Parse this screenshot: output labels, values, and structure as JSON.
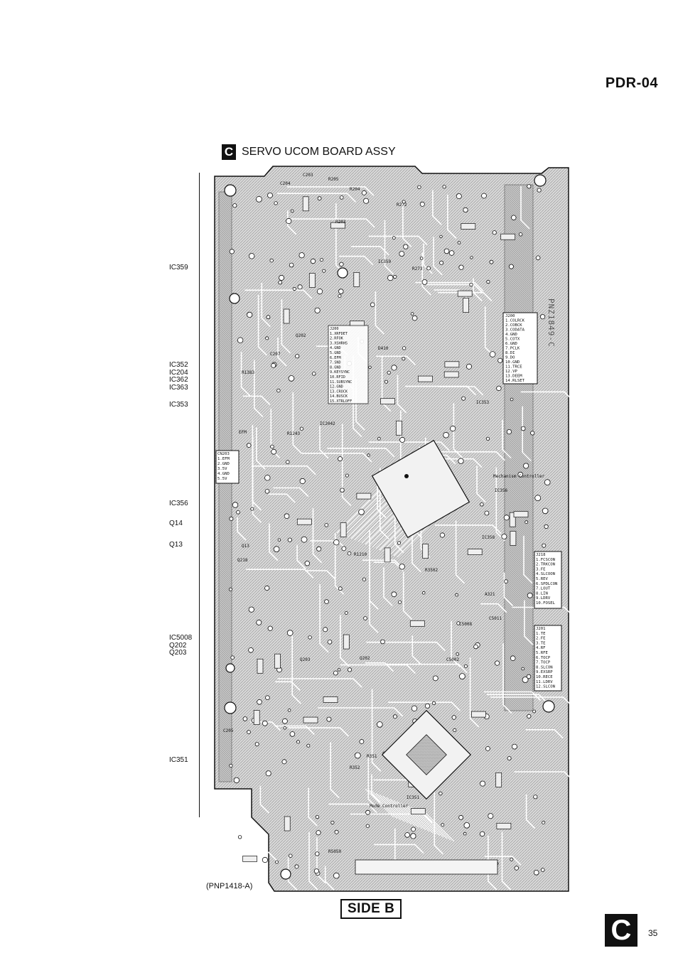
{
  "header": {
    "model": "PDR-04"
  },
  "section": {
    "letter": "C",
    "title": "SERVO UCOM BOARD ASSY"
  },
  "ic_labels": [
    {
      "id": "ic359",
      "lines": [
        "IC359"
      ]
    },
    {
      "id": "ic352-group",
      "lines": [
        "IC352",
        "IC204",
        "IC362",
        "IC363"
      ]
    },
    {
      "id": "ic353",
      "lines": [
        "IC353"
      ]
    },
    {
      "id": "ic356",
      "lines": [
        "IC356"
      ]
    },
    {
      "id": "q14",
      "lines": [
        "Q14"
      ]
    },
    {
      "id": "q13",
      "lines": [
        "Q13"
      ]
    },
    {
      "id": "ic5008-group",
      "lines": [
        "IC5008",
        "Q202",
        "Q203"
      ]
    },
    {
      "id": "ic351",
      "lines": [
        "IC351"
      ]
    }
  ],
  "board": {
    "part_code": "PNZ1849-C",
    "connectors": {
      "j200_top": {
        "title": "J200",
        "pins": [
          "1.COLRCK",
          "2.COBCK",
          "3.CODATA",
          "4.GND",
          "5.COTX",
          "6.GND",
          "7.PCLK",
          "8.DI",
          "9.DO",
          "10.GND",
          "11.TRCE",
          "12.VP",
          "13.DEEM",
          "14.RLSET"
        ]
      },
      "j200_mid": {
        "title": "J200",
        "pins": [
          "1.XRFDET",
          "2.RFOK",
          "3.XSHRHS",
          "4.GND",
          "5.GND",
          "6.EFM",
          "7.SND",
          "8.GND",
          "9.KEYSYNC",
          "10.RFID",
          "11.SUBSYNC",
          "12.GND",
          "13.CROCK",
          "14.BUSCK",
          "15.XTRLOFF"
        ]
      },
      "j218": {
        "title": "J218",
        "pins": [
          "1.FCSCON",
          "2.TRKCON",
          "3.FE",
          "4.SLCOON",
          "5.REV",
          "6.SPDLCON",
          "7.LOUT",
          "8.LIN",
          "9.LDRV",
          "10.FOSEL"
        ]
      },
      "j201": {
        "title": "J201",
        "pins": [
          "1.TE",
          "2.FE",
          "3.TE",
          "4.RF",
          "5.RFE",
          "6.TOCP",
          "7.TOCP",
          "8.SLCON",
          "9.EXSRP",
          "10.RECE",
          "11.LDRV",
          "12.SLCON"
        ]
      },
      "cn203": {
        "title": "CN203",
        "pins": [
          "1.EFM",
          "2.GND",
          "3.5V",
          "4.GND",
          "5.5V"
        ]
      }
    },
    "parts": [
      {
        "id": "c204",
        "label": "C204"
      },
      {
        "id": "c203",
        "label": "C203"
      },
      {
        "id": "r205",
        "label": "R205"
      },
      {
        "id": "r204",
        "label": "R204"
      },
      {
        "id": "r203",
        "label": "R203"
      },
      {
        "id": "r272",
        "label": "R272"
      },
      {
        "id": "ic359",
        "label": "IC359"
      },
      {
        "id": "r273",
        "label": "R273"
      },
      {
        "id": "c207",
        "label": "C207"
      },
      {
        "id": "r1383",
        "label": "R1383"
      },
      {
        "id": "q202",
        "label": "Q202"
      },
      {
        "id": "d410",
        "label": "D410"
      },
      {
        "id": "ic353",
        "label": "IC353"
      },
      {
        "id": "r1243",
        "label": "R1243"
      },
      {
        "id": "ic2042",
        "label": "IC2042"
      },
      {
        "id": "mech-ctrl",
        "label": "Mechanism Controller"
      },
      {
        "id": "ic356",
        "label": "IC356"
      },
      {
        "id": "r1210",
        "label": "R1210"
      },
      {
        "id": "c5011",
        "label": "C5011"
      },
      {
        "id": "c5002",
        "label": "C5002"
      },
      {
        "id": "q202b",
        "label": "Q202"
      },
      {
        "id": "q203",
        "label": "Q203"
      },
      {
        "id": "c205",
        "label": "C205"
      },
      {
        "id": "r352",
        "label": "R352"
      },
      {
        "id": "r351",
        "label": "R351"
      },
      {
        "id": "mode-ctrl",
        "label": "Mode Controller"
      },
      {
        "id": "ic351",
        "label": "IC351"
      },
      {
        "id": "r5050",
        "label": "R5050"
      },
      {
        "id": "r3502",
        "label": "R3502"
      },
      {
        "id": "a321",
        "label": "A321"
      },
      {
        "id": "q13",
        "label": "Q13"
      },
      {
        "id": "q218",
        "label": "Q218"
      },
      {
        "id": "ic358",
        "label": "IC358"
      },
      {
        "id": "efm",
        "label": "EFM"
      },
      {
        "id": "c5008",
        "label": "C5008"
      }
    ]
  },
  "footer": {
    "pnp": "(PNP1418-A)",
    "side": "SIDE B",
    "corner_letter": "C",
    "page": "35"
  }
}
